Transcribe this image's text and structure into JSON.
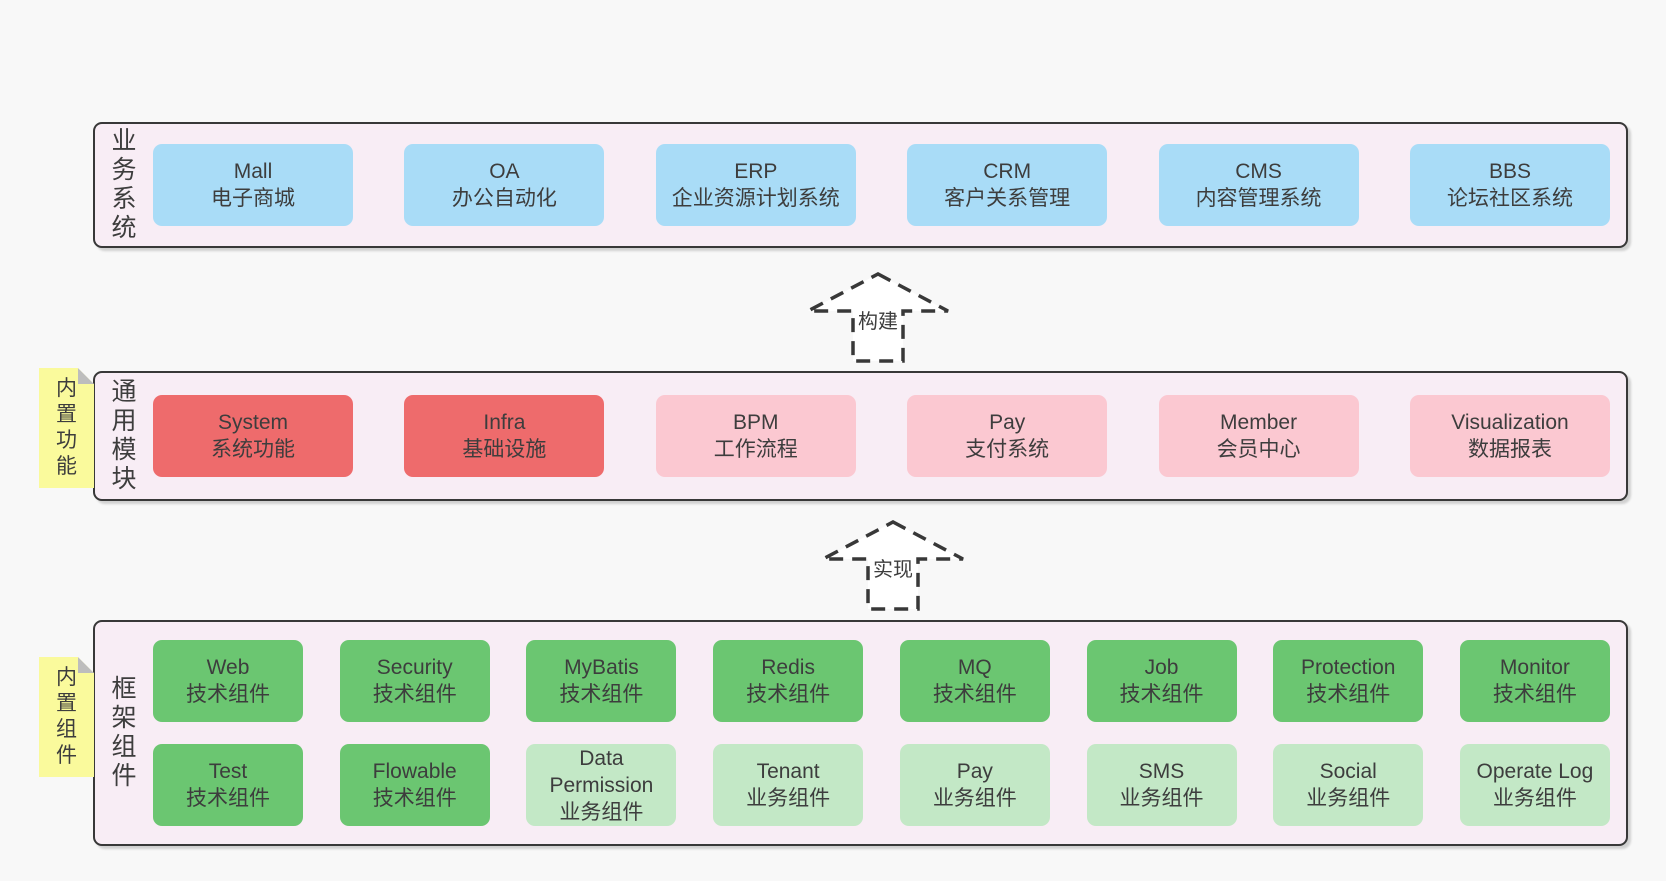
{
  "palette": {
    "page_bg": "#f8f8f8",
    "band_bg": "#f8edf5",
    "band_border": "#383838",
    "text": "#3d3d3d",
    "blue_box": "#a9dcf7",
    "red_box": "#ee6b6c",
    "pink_box": "#fbc8d1",
    "green_dark_box": "#6bc671",
    "green_light_box": "#c3e8c6",
    "note_yellow": "#fafa9c",
    "note_fold_gray": "#bdbdbd",
    "arrow_stroke": "#383838"
  },
  "bands": [
    {
      "id": "business-systems",
      "label": "业务系统",
      "note": null,
      "rows": [
        [
          {
            "name": "Mall",
            "sub": "电子商城",
            "style": "blue"
          },
          {
            "name": "OA",
            "sub": "办公自动化",
            "style": "blue"
          },
          {
            "name": "ERP",
            "sub": "企业资源计划系统",
            "style": "blue"
          },
          {
            "name": "CRM",
            "sub": "客户关系管理",
            "style": "blue"
          },
          {
            "name": "CMS",
            "sub": "内容管理系统",
            "style": "blue"
          },
          {
            "name": "BBS",
            "sub": "论坛社区系统",
            "style": "blue"
          }
        ]
      ]
    },
    {
      "id": "common-modules",
      "label": "通用模块",
      "note": "内置功能",
      "rows": [
        [
          {
            "name": "System",
            "sub": "系统功能",
            "style": "red"
          },
          {
            "name": "Infra",
            "sub": "基础设施",
            "style": "red"
          },
          {
            "name": "BPM",
            "sub": "工作流程",
            "style": "pink"
          },
          {
            "name": "Pay",
            "sub": "支付系统",
            "style": "pink"
          },
          {
            "name": "Member",
            "sub": "会员中心",
            "style": "pink"
          },
          {
            "name": "Visualization",
            "sub": "数据报表",
            "style": "pink"
          }
        ]
      ]
    },
    {
      "id": "framework-components",
      "label": "框架组件",
      "note": "内置组件",
      "rows": [
        [
          {
            "name": "Web",
            "sub": "技术组件",
            "style": "green-dark"
          },
          {
            "name": "Security",
            "sub": "技术组件",
            "style": "green-dark"
          },
          {
            "name": "MyBatis",
            "sub": "技术组件",
            "style": "green-dark"
          },
          {
            "name": "Redis",
            "sub": "技术组件",
            "style": "green-dark"
          },
          {
            "name": "MQ",
            "sub": "技术组件",
            "style": "green-dark"
          },
          {
            "name": "Job",
            "sub": "技术组件",
            "style": "green-dark"
          },
          {
            "name": "Protection",
            "sub": "技术组件",
            "style": "green-dark"
          },
          {
            "name": "Monitor",
            "sub": "技术组件",
            "style": "green-dark"
          }
        ],
        [
          {
            "name": "Test",
            "sub": "技术组件",
            "style": "green-dark"
          },
          {
            "name": "Flowable",
            "sub": "技术组件",
            "style": "green-dark"
          },
          {
            "name": "Data Permission",
            "sub": "业务组件",
            "style": "green-light"
          },
          {
            "name": "Tenant",
            "sub": "业务组件",
            "style": "green-light"
          },
          {
            "name": "Pay",
            "sub": "业务组件",
            "style": "green-light"
          },
          {
            "name": "SMS",
            "sub": "业务组件",
            "style": "green-light"
          },
          {
            "name": "Social",
            "sub": "业务组件",
            "style": "green-light"
          },
          {
            "name": "Operate Log",
            "sub": "业务组件",
            "style": "green-light"
          }
        ]
      ]
    }
  ],
  "arrows": [
    {
      "id": "build",
      "label": "构建"
    },
    {
      "id": "implement",
      "label": "实现"
    }
  ]
}
